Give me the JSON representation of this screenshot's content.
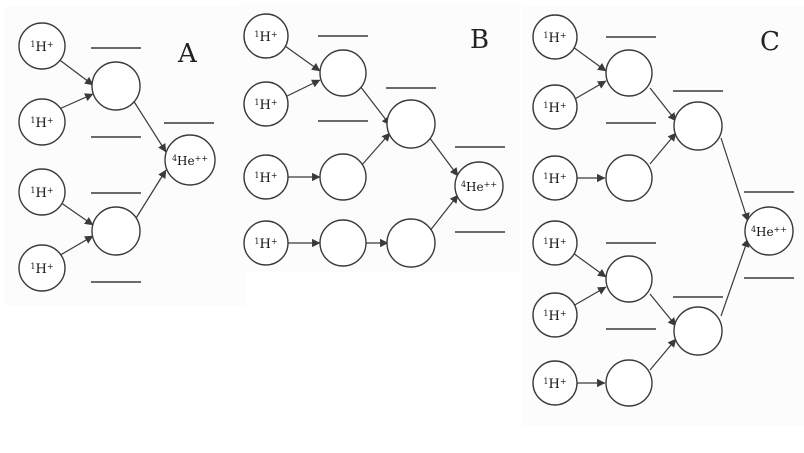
{
  "panels": [
    {
      "letter": "A",
      "inputs": [
        {
          "label": "1H+",
          "mass": "1",
          "symbol": "H",
          "charge": "+"
        },
        {
          "label": "1H+",
          "mass": "1",
          "symbol": "H",
          "charge": "+"
        },
        {
          "label": "1H+",
          "mass": "1",
          "symbol": "H",
          "charge": "+"
        },
        {
          "label": "1H+",
          "mass": "1",
          "symbol": "H",
          "charge": "+"
        }
      ],
      "output": {
        "label": "4He++",
        "mass": "4",
        "symbol": "He",
        "charge": "++"
      }
    },
    {
      "letter": "B",
      "inputs": [
        {
          "label": "1H+",
          "mass": "1",
          "symbol": "H",
          "charge": "+"
        },
        {
          "label": "1H+",
          "mass": "1",
          "symbol": "H",
          "charge": "+"
        },
        {
          "label": "1H+",
          "mass": "1",
          "symbol": "H",
          "charge": "+"
        },
        {
          "label": "1H+",
          "mass": "1",
          "symbol": "H",
          "charge": "+"
        }
      ],
      "output": {
        "label": "4He++",
        "mass": "4",
        "symbol": "He",
        "charge": "++"
      }
    },
    {
      "letter": "C",
      "inputs": [
        {
          "label": "1H+",
          "mass": "1",
          "symbol": "H",
          "charge": "+"
        },
        {
          "label": "1H+",
          "mass": "1",
          "symbol": "H",
          "charge": "+"
        },
        {
          "label": "1H+",
          "mass": "1",
          "symbol": "H",
          "charge": "+"
        },
        {
          "label": "1H+",
          "mass": "1",
          "symbol": "H",
          "charge": "+"
        },
        {
          "label": "1H+",
          "mass": "1",
          "symbol": "H",
          "charge": "+"
        },
        {
          "label": "1H+",
          "mass": "1",
          "symbol": "H",
          "charge": "+"
        }
      ],
      "output": {
        "label": "4He++",
        "mass": "4",
        "symbol": "He",
        "charge": "++"
      }
    }
  ]
}
